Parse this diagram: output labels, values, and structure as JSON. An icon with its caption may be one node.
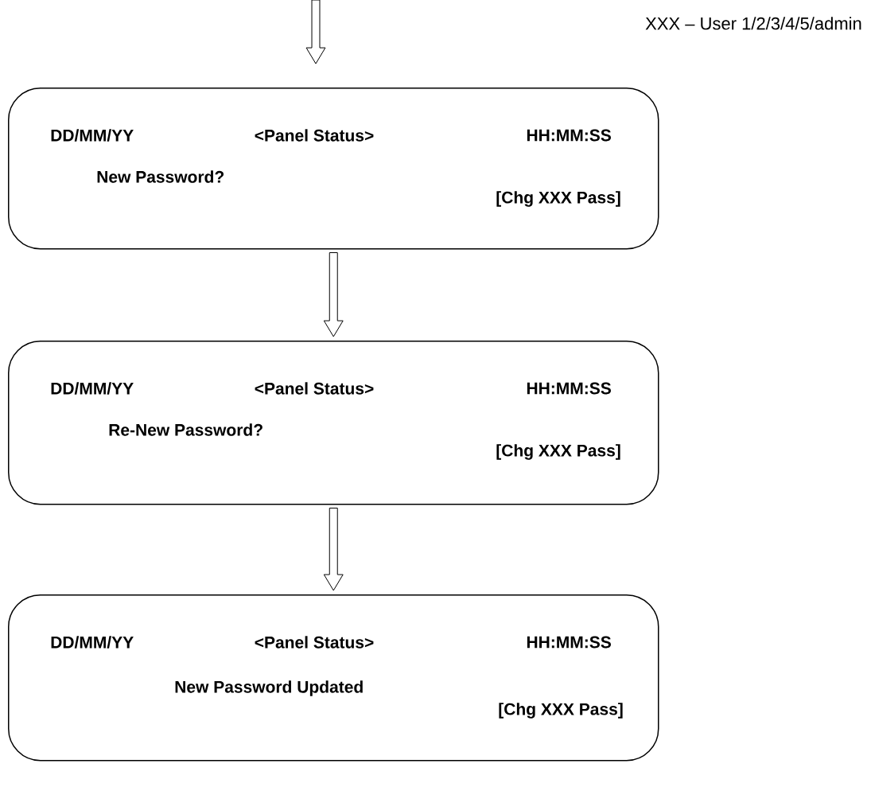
{
  "diagram": {
    "nodes": [
      {
        "text": [
          "DD/MM/YY",
          "<Panel Status>",
          "HH:MM:SS",
          "New Password?",
          "[Chg XXX Pass]"
        ]
      },
      {
        "text": [
          "DD/MM/YY",
          "<Panel Status>",
          "HH:MM:SS",
          "Re-New Password?",
          "[Chg XXX Pass]"
        ]
      },
      {
        "text": [
          "DD/MM/YY",
          "<Panel Status>",
          "HH:MM:SS",
          "New Password Updated",
          "[Chg XXX Pass]"
        ]
      }
    ],
    "edges": [
      {
        "from": null,
        "to": 0,
        "arrow": "to"
      },
      {
        "from": 0,
        "to": 1,
        "arrow": "to"
      },
      {
        "from": 1,
        "to": 2,
        "arrow": "to"
      }
    ],
    "labels": [
      "XXX – User 1/2/3/4/5/admin"
    ]
  }
}
